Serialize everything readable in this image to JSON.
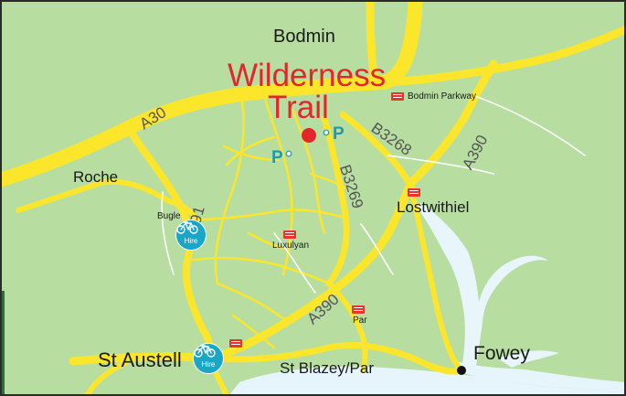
{
  "title": {
    "line1": "Wilderness",
    "line2": "Trail",
    "color": "#e2262c"
  },
  "colors": {
    "land": "#b8dda0",
    "sea": "#e6f4fb",
    "river": "#e8f5fb",
    "road_yellow": "#fbe62c",
    "rail": "#e8342e",
    "parking": "#1d9ab0",
    "trail_start": "#e2262c",
    "bike_hire": "#1aa7c7",
    "frame": "#2a2a2a",
    "edge_strip": "#2f6f3e"
  },
  "places": {
    "bodmin": "Bodmin",
    "bodmin_parkway": "Bodmin Parkway",
    "roche": "Roche",
    "bugle": "Bugle",
    "luxulyan": "Luxulyan",
    "lostwithiel": "Lostwithiel",
    "par": "Par",
    "st_austell": "St Austell",
    "st_blazey_par": "St Blazey/Par",
    "fowey": "Fowey"
  },
  "roads": {
    "a30": "A30",
    "a391": "A391",
    "a390_west": "A390",
    "a390_east": "A390",
    "b3268": "B3268",
    "b3269": "B3269"
  },
  "markers": {
    "parking_symbol": "P",
    "bike_hire_label": "Hire",
    "icons": [
      "railway-station-icon",
      "parking-icon",
      "bike-hire-icon",
      "trail-start-marker"
    ]
  }
}
